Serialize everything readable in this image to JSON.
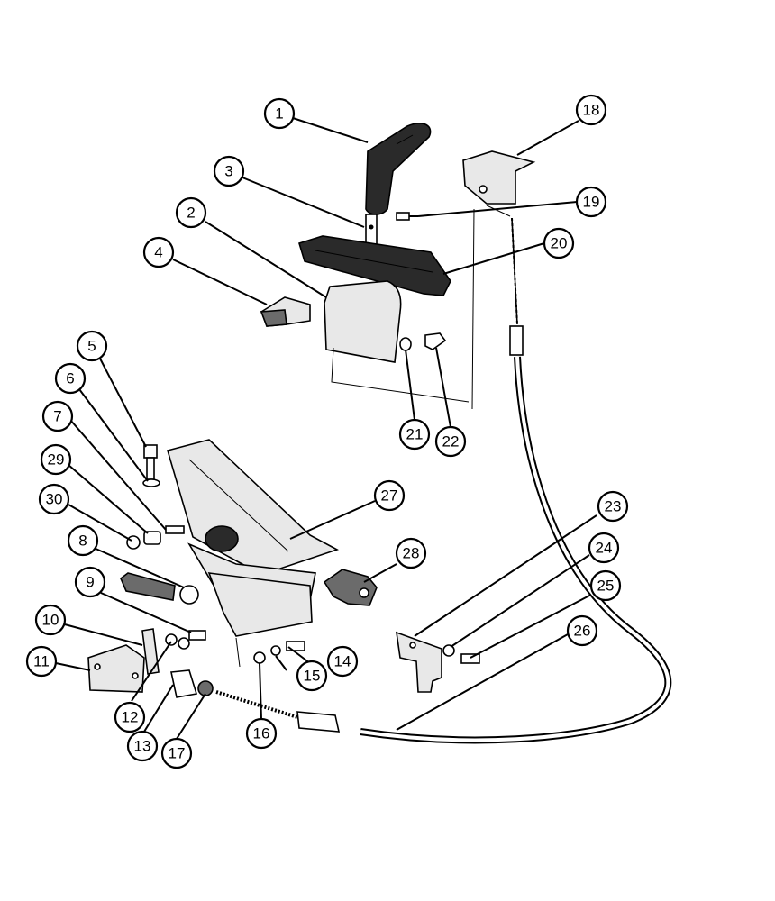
{
  "diagram": {
    "callouts": [
      {
        "label": "1"
      },
      {
        "label": "2"
      },
      {
        "label": "3"
      },
      {
        "label": "4"
      },
      {
        "label": "5"
      },
      {
        "label": "6"
      },
      {
        "label": "7"
      },
      {
        "label": "8"
      },
      {
        "label": "9"
      },
      {
        "label": "10"
      },
      {
        "label": "11"
      },
      {
        "label": "12"
      },
      {
        "label": "13"
      },
      {
        "label": "14"
      },
      {
        "label": "15"
      },
      {
        "label": "16"
      },
      {
        "label": "17"
      },
      {
        "label": "18"
      },
      {
        "label": "19"
      },
      {
        "label": "20"
      },
      {
        "label": "21"
      },
      {
        "label": "22"
      },
      {
        "label": "23"
      },
      {
        "label": "24"
      },
      {
        "label": "25"
      },
      {
        "label": "26"
      },
      {
        "label": "27"
      },
      {
        "label": "28"
      },
      {
        "label": "29"
      },
      {
        "label": "30"
      }
    ]
  }
}
